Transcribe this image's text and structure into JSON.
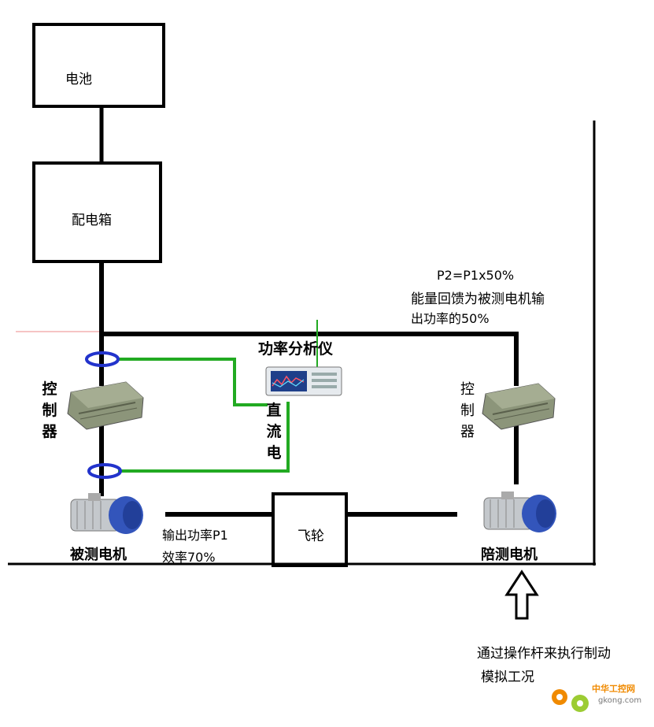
{
  "nodes": {
    "battery": "电池",
    "distribution_box": "配电箱",
    "power_analyzer": "功率分析仪",
    "dc": "直流电",
    "controller_left": "控制器",
    "controller_right": "控制器",
    "motor_under_test": "被测电机",
    "companion_motor": "陪测电机",
    "flywheel": "飞轮"
  },
  "annotations": {
    "p2_formula": "P2=P1x50%",
    "feedback_line1": "能量回馈为被测电机输",
    "feedback_line2": "出功率的50%",
    "output_p1": "输出功率P1",
    "efficiency": "效率70%",
    "lever_line1": "通过操作杆来执行制动",
    "lever_line2": "模拟工况"
  },
  "watermark": {
    "cn": "中华工控网",
    "url": "gkong.com"
  },
  "colors": {
    "line": "#000000",
    "signal_wire": "#22aa22",
    "current_sensor": "#2233cc",
    "motor_blue": "#3355bb",
    "controller_green": "#8c957a",
    "watermark_orange": "#f08a00"
  }
}
